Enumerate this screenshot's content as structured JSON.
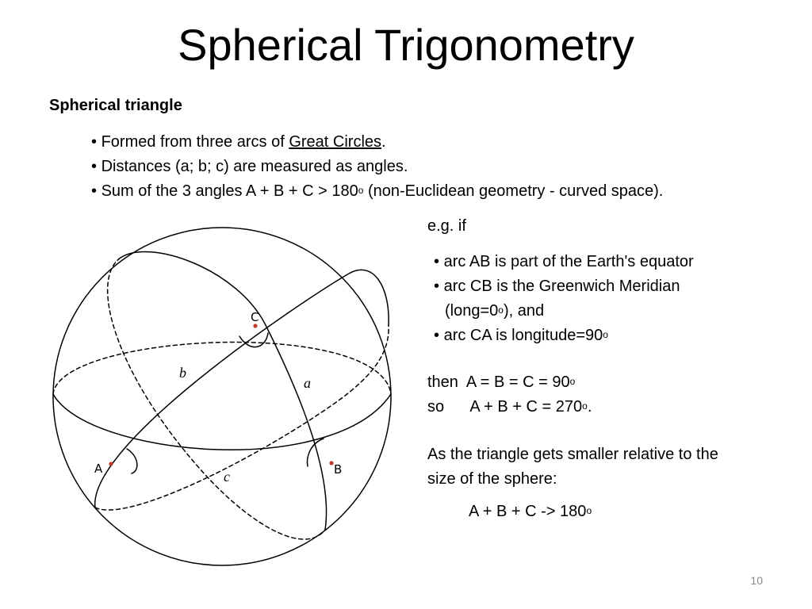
{
  "slide": {
    "title": "Spherical Trigonometry",
    "page_number": "10"
  },
  "section": {
    "heading": "Spherical triangle"
  },
  "bullets": [
    {
      "bullet": "•",
      "before": "Formed from three arcs of ",
      "link": "Great Circles",
      "after": "."
    },
    {
      "bullet": "•",
      "text": "Distances (a; b; c) are measured as angles."
    },
    {
      "bullet": "•",
      "before": "Sum of the 3 angles A + B + C > 180",
      "sup": "o",
      "after": " (non-Euclidean geometry - curved space)."
    }
  ],
  "example": {
    "intro": "e.g. if",
    "items": [
      {
        "bullet": "•",
        "text": "arc AB is part of the Earth's equator"
      },
      {
        "bullet": "•",
        "text": "arc CB is the Greenwich Meridian"
      },
      {
        "cont_before": "(long=0",
        "cont_sup": "o",
        "cont_after": "), and"
      },
      {
        "bullet": "•",
        "before": "arc CA is longitude=90",
        "sup": "o"
      }
    ],
    "then_line": {
      "before": "then  A = B = C = 90",
      "sup": "o"
    },
    "so_line": {
      "before": "so      A + B + C = 270",
      "sup": "o",
      "after": "."
    },
    "conclusion_line1": "As the triangle gets smaller relative to the",
    "conclusion_line2": "size of the sphere:",
    "formula": {
      "before": "A + B + C -> 180",
      "sup": "o"
    }
  },
  "diagram": {
    "vertex_labels": {
      "A": "A",
      "B": "B",
      "C": "C"
    },
    "side_labels": {
      "a": "a",
      "b": "b",
      "c": "c"
    },
    "colors": {
      "line": "#000000",
      "vertex_dot": "#c0392b"
    }
  }
}
